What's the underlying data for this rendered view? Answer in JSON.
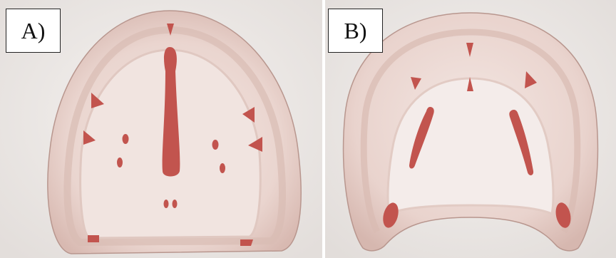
{
  "panels": [
    {
      "label": "A)",
      "view": "maxillary"
    },
    {
      "label": "B)",
      "view": "mandibular"
    }
  ],
  "colors": {
    "background": "#eeeae8",
    "denture_base": "#ecd9d4",
    "denture_rim": "#d9bcb4",
    "relief_marks": "#c2544e",
    "label_border": "#222222"
  }
}
